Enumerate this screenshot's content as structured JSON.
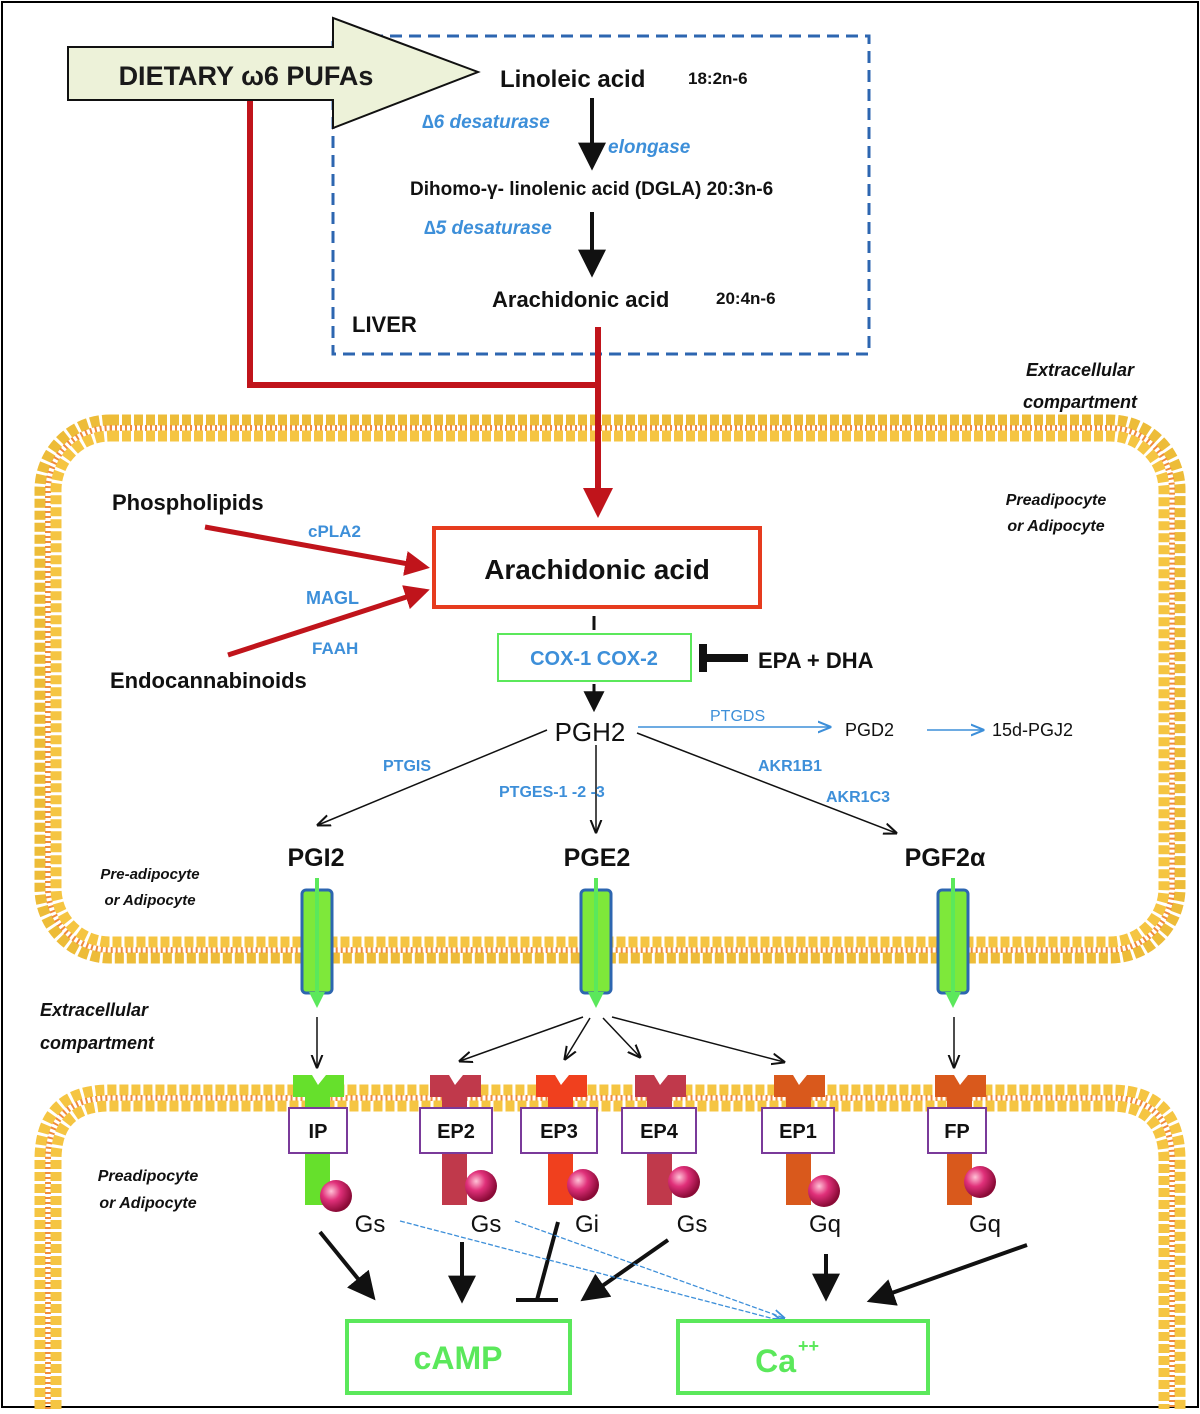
{
  "colors": {
    "enzyme": "#3d8fd9",
    "red_arrow": "#c0141b",
    "green": "#5be85b",
    "membrane_head": "#f5c542",
    "membrane_tail": "#f08a3c",
    "dashed_box": "#2d66b0",
    "ep_dark_red": "#c0394b",
    "ep3_red": "#f0401e",
    "ep1_orange": "#d9591c",
    "ip_green": "#66e02c",
    "receptor_label_border": "#7a3a9a"
  },
  "dietary": {
    "label": "DIETARY ω6 PUFAs"
  },
  "liver": {
    "label": "LIVER",
    "linoleic": "Linoleic acid",
    "linoleic_formula": "18:2n-6",
    "d6": "∆6 desaturase",
    "elongase": "elongase",
    "dgla": "Dihomo-γ- linolenic acid (DGLA) 20:3n-6",
    "d5": "∆5 desaturase",
    "arachidonic": "Arachidonic acid",
    "arachidonic_formula": "20:4n-6"
  },
  "compartments": {
    "extra_top_1": "Extracellular",
    "extra_top_2": "compartment",
    "cell_right_1": "Preadipocyte",
    "cell_right_2": "or Adipocyte",
    "cell_left_1": "Pre-adipocyte",
    "cell_left_2": "or Adipocyte",
    "extra_mid_1": "Extracellular",
    "extra_mid_2": "compartment",
    "cell_bottom_1": "Preadipocyte",
    "cell_bottom_2": "or Adipocyte"
  },
  "cell": {
    "phospholipids": "Phospholipids",
    "cpla2": "cPLA2",
    "magl": "MAGL",
    "faah": "FAAH",
    "endocannabinoids": "Endocannabinoids",
    "arachidonic_box": "Arachidonic acid",
    "cox": "COX-1  COX-2",
    "epa_dha": "EPA + DHA",
    "pgh2": "PGH2",
    "ptgds": "PTGDS",
    "pgd2": "PGD2",
    "pgj2": "15d-PGJ2",
    "ptgis": "PTGIS",
    "ptges": "PTGES-1 -2 -3",
    "akr1b1": "AKR1B1",
    "akr1c3": "AKR1C3",
    "pgi2": "PGI2",
    "pge2": "PGE2",
    "pgf2a": "PGF2α"
  },
  "receptors": [
    {
      "id": "ip",
      "label": "IP",
      "g": "Gs"
    },
    {
      "id": "ep2",
      "label": "EP2",
      "g": "Gs"
    },
    {
      "id": "ep3",
      "label": "EP3",
      "g": "Gi"
    },
    {
      "id": "ep4",
      "label": "EP4",
      "g": "Gs"
    },
    {
      "id": "ep1",
      "label": "EP1",
      "g": "Gq"
    },
    {
      "id": "fp",
      "label": "FP",
      "g": "Gq"
    }
  ],
  "outputs": {
    "camp": "cAMP",
    "ca_base": "Ca",
    "ca_sup": "++"
  }
}
